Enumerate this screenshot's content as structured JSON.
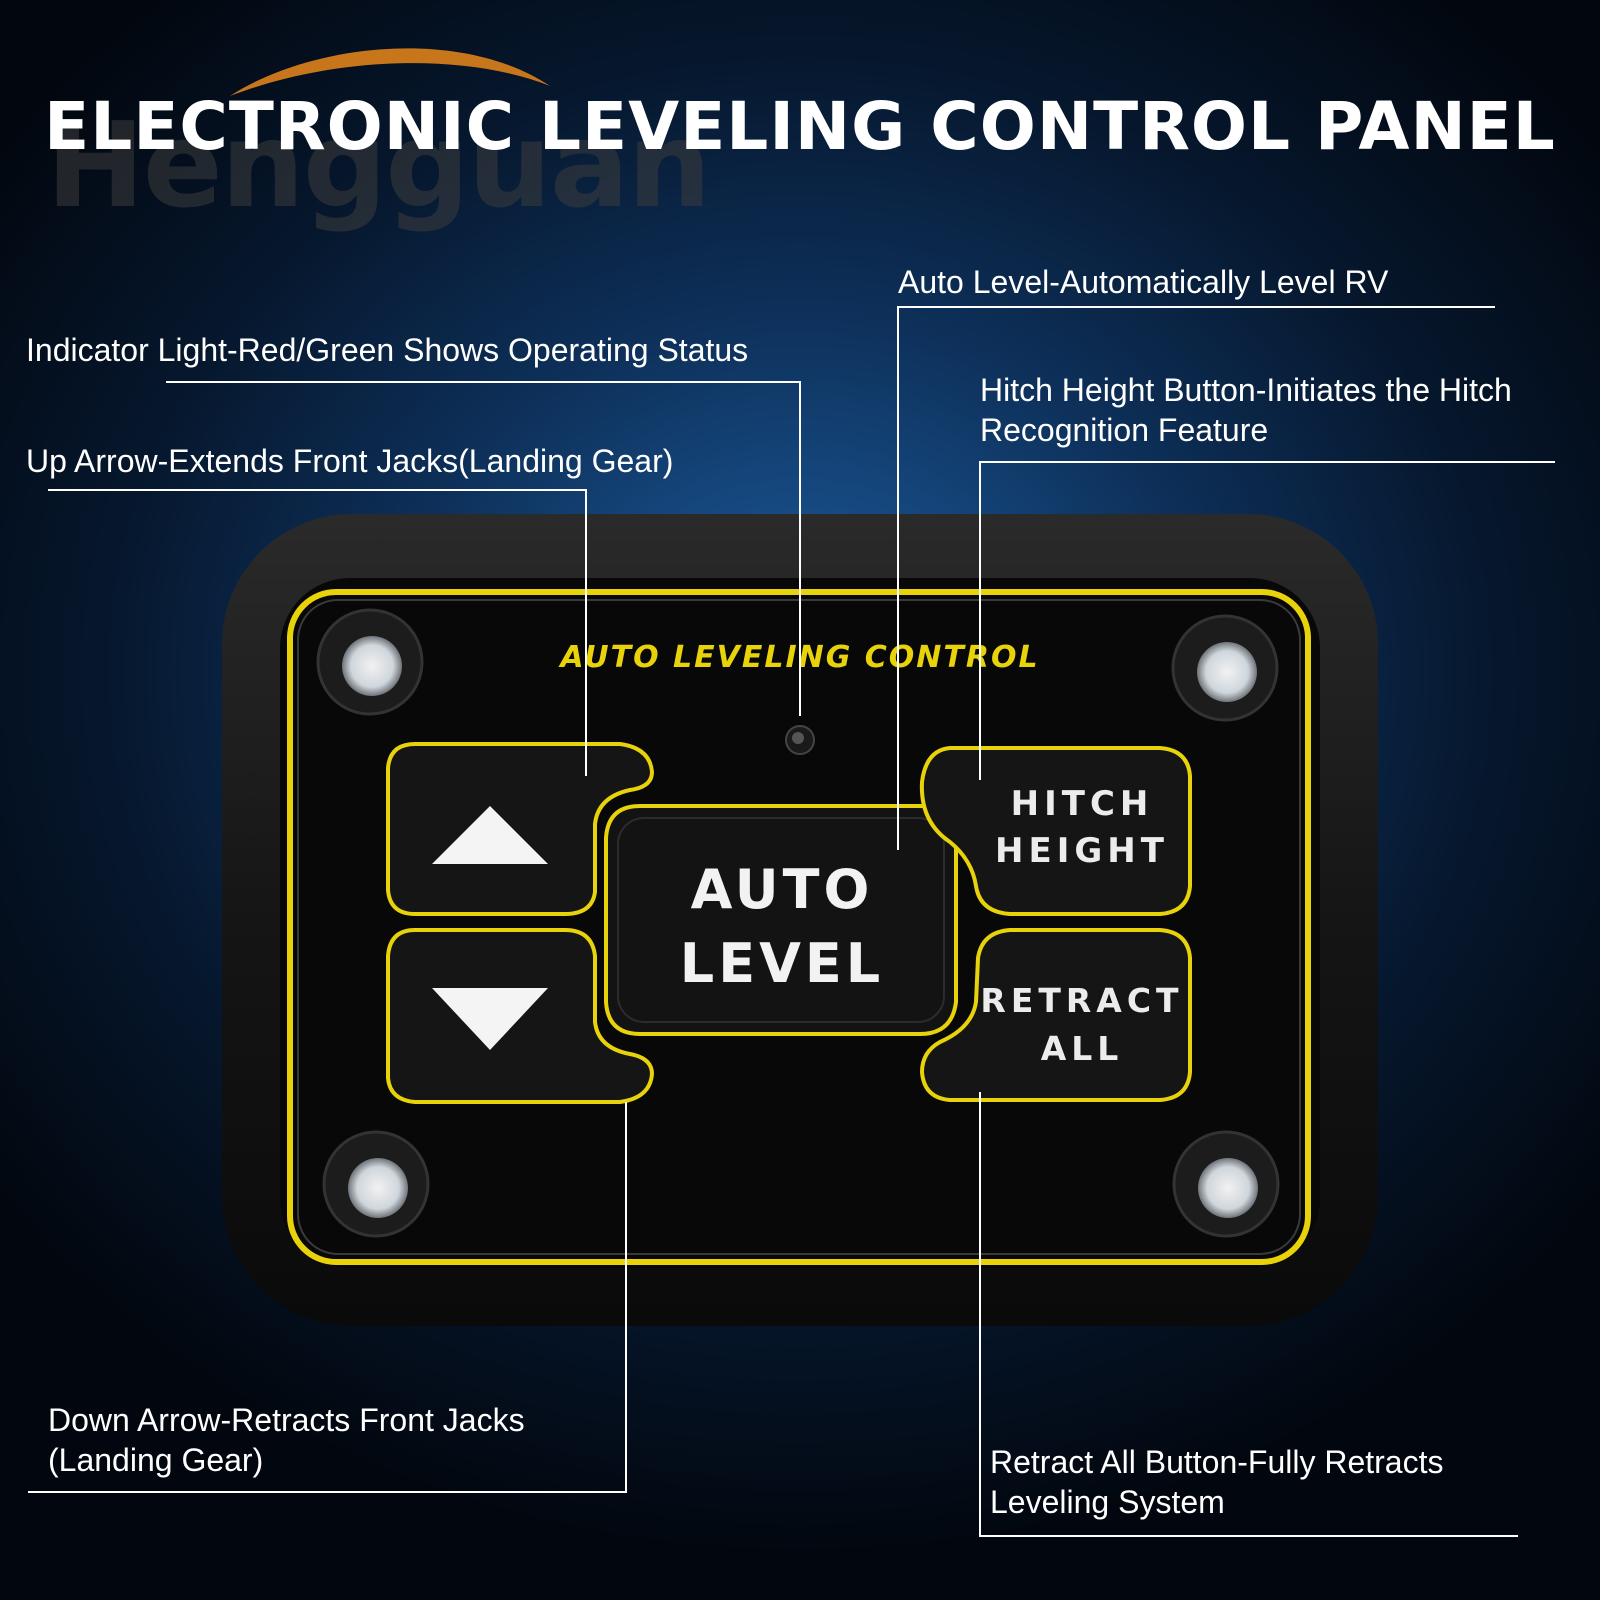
{
  "title": "ELECTRONIC LEVELING CONTROL PANEL",
  "watermark": "Hengguan",
  "colors": {
    "accent_yellow": "#e8d20a",
    "logo_orange": "#c8761c",
    "panel_black": "#0b0b0b"
  },
  "panel": {
    "header": "AUTO LEVELING CONTROL",
    "buttons": {
      "auto_level": [
        "AUTO",
        "LEVEL"
      ],
      "hitch_height": [
        "HITCH",
        "HEIGHT"
      ],
      "retract_all": [
        "RETRACT",
        "ALL"
      ]
    }
  },
  "callouts": {
    "auto_level": [
      "Auto Level-Automatically Level RV"
    ],
    "indicator": [
      "Indicator Light-Red/Green Shows Operating Status"
    ],
    "hitch_height": [
      "Hitch Height Button-Initiates the Hitch",
      "Recognition Feature"
    ],
    "up_arrow": [
      "Up Arrow-Extends Front Jacks(Landing Gear)"
    ],
    "down_arrow": [
      "Down Arrow-Retracts Front Jacks",
      "(Landing Gear)"
    ],
    "retract_all": [
      "Retract All Button-Fully Retracts",
      "Leveling System"
    ]
  }
}
